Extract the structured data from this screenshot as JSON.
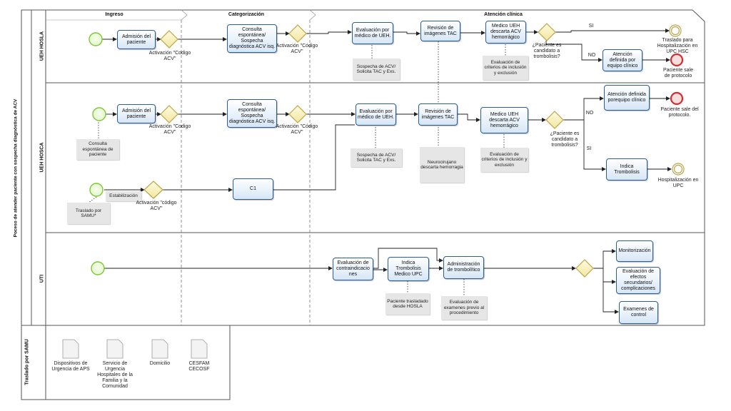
{
  "pool": {
    "title": "Poceso de atender paciente con sospecha diagnóstica de ACV"
  },
  "phases": [
    "Ingreso",
    "Categorización",
    "Atención clínica"
  ],
  "lanes": {
    "uehhosla": "UEH HOSLA",
    "uehhosca": "UEH HOSCA",
    "uti": "UTI",
    "samu": "Traslado por SAMU"
  },
  "lane1": {
    "admision": "Admisión del paciente",
    "activacion1": "Activación \"Codigo ACV\"",
    "consulta": "Consulta espontánea/ Sospecha diagnóstica ACV isq.",
    "activacion2": "Activación \"Código ACV\"",
    "evaluacion": "Evaluación por médico de UEH.",
    "sospecha": "Sospecha de ACV/ Solicita TAC y Exs.",
    "revision": "Revisión de imágenes TAC",
    "medico": "Medico UEH descarta ACV hemorrágico",
    "criterios": "Evaluación de criterios de inclusión y exclusión",
    "pregunta": "¿Paciente es candidato a trombolisis?",
    "si": "SI",
    "no": "NO",
    "traslado": "Traslado para Hospitalización en UPC HSC",
    "atencion": "Atención definida por equipo clínico",
    "sale": "Paciente sale de protocolo"
  },
  "lane2": {
    "admision": "Admisión del paciente",
    "activacion1": "Activación \"Codigo ACV\"",
    "consultaAnno": "Consulta espontánea de paciente",
    "consulta": "Consulta espontánea/ Sospecha diagnóstica ACV isq.",
    "activacion2": "Activación \"Código ACV\"",
    "evaluacion": "Evaluación por médico de UEH.",
    "sospecha": "Sospecha de ACV/ Solicita TAC y Exs.",
    "revision": "Revisión de imágenes TAC",
    "neuro": "Neurocirujano descarta hemorragia",
    "medico": "Medico UEH descarta ACV hemorrágico",
    "criterios": "Evaluación de criterios de inclusión y exclusión",
    "pregunta": "¿Paciente es candidato a trombolisis?",
    "no": "NO",
    "si": "SI",
    "atencion": "Atención definida porequipo clínico",
    "sale": "Paciente sale del protocolo.",
    "indica": "Indica Trombolisis",
    "hosp": "Hospitalización en UPC",
    "trasladoSamu": "Traslado por SAMU*",
    "estabilizacion": "Estabilización",
    "activacion3": "Activación \"código ACV\"",
    "c1": "C1"
  },
  "lane3": {
    "evalContra": "Evaluación de contraindicacio nes",
    "indicaMedico": "Indica Trombolisis Medico UPC",
    "admin": "Administración de trombolítico",
    "pacienteTras": "Paciente trasladado desde HOSLA",
    "evalExam": "Evaluación de examenes previo al procedimiento",
    "monit": "Monitorización",
    "efectos": "Evaluación de efectos secundarios/ complicaciones",
    "examenes": "Examenes de control"
  },
  "samuDocs": [
    "Dispositivos de Urgencia de APS",
    "Servicio de Urgencia Hospitales de la Familia y la Comunidad",
    "Domicilio",
    "CESFAM CECOSF"
  ],
  "colors": {
    "taskBorder": "#2a5f96",
    "startEvent": "#7ec832",
    "endEvent": "#d62d2d",
    "gateway": "#e8d67a",
    "flow": "#222222"
  }
}
